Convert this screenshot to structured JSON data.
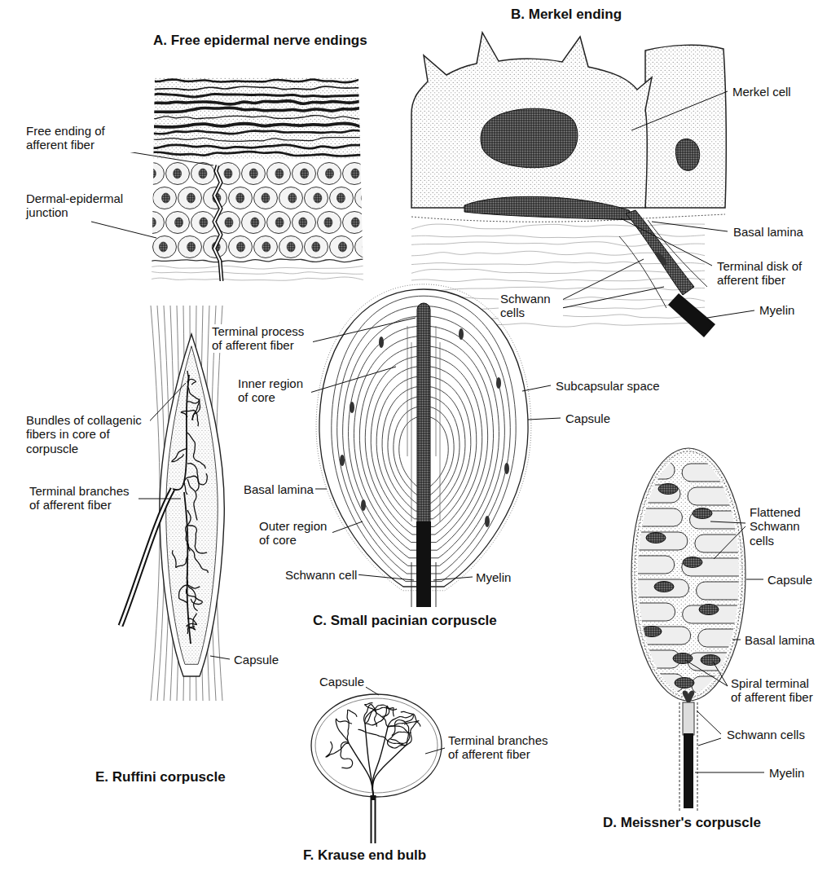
{
  "diagram": {
    "labels": [
      "A. Free epidermal nerve endings",
      "Free ending of afferent fiber",
      "Dermal-epidermal junction",
      "B. Merkel ending",
      "Merkel cell",
      "Basal lamina",
      "Terminal disk of afferent fiber",
      "Schwann cells",
      "Myelin",
      "Terminal process of afferent fiber",
      "Inner region of core",
      "Subcapsular space",
      "Capsule",
      "Bundles of collagenic fibers in core of corpuscle",
      "Terminal branches of afferent fiber",
      "Basal lamina",
      "Outer region of core",
      "Schwann cell",
      "Myelin",
      "C. Small pacinian corpuscle",
      "Flattened Schwann cells",
      "Capsule",
      "Basal lamina",
      "Spiral terminal of afferent fiber",
      "Schwann cells",
      "Myelin",
      "Capsule",
      "E. Ruffini corpuscle",
      "Capsule",
      "Terminal branches of afferent fiber",
      "F. Krause end bulb",
      "D. Meissner's corpuscle"
    ]
  }
}
